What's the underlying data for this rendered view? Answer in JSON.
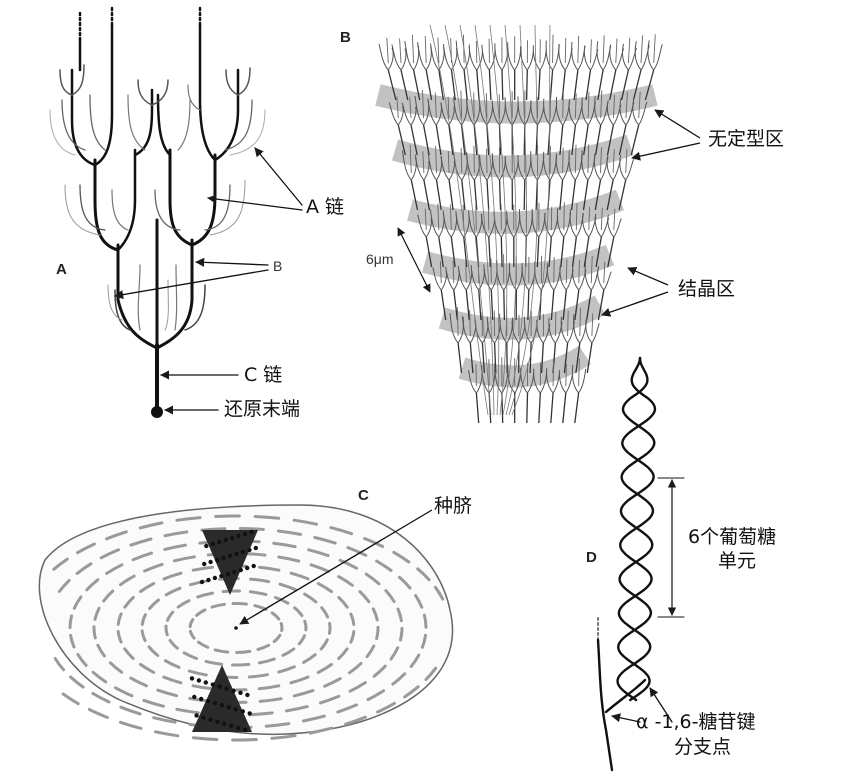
{
  "panels": {
    "a": {
      "letter": "A",
      "labels": {
        "a_chain": "A 链",
        "b_chain": "B",
        "c_chain": "C 链",
        "reducing_end": "还原末端"
      }
    },
    "b": {
      "letter": "B",
      "labels": {
        "amorphous": "无定型区",
        "crystalline": "结晶区",
        "scale": "6μm"
      }
    },
    "c": {
      "letter": "C",
      "labels": {
        "hilum": "种脐"
      }
    },
    "d": {
      "letter": "D",
      "labels": {
        "glucose_units_1": "6个葡萄糖",
        "glucose_units_2": "单元",
        "branch_point_1": "α -1,6-糖苷键",
        "branch_point_2": "分支点"
      }
    }
  },
  "colors": {
    "ink": "#1a1a1a",
    "grey_band": "#b8b8b8",
    "light_line": "#9a9a9a"
  }
}
